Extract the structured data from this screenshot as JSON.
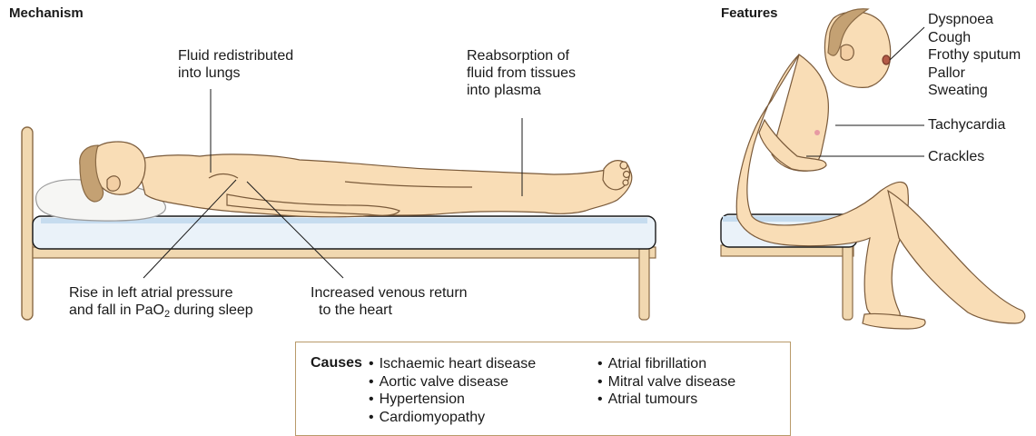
{
  "headings": {
    "mechanism": "Mechanism",
    "features": "Features"
  },
  "mechanism": {
    "fluid_redistributed": [
      "Fluid redistributed",
      "into lungs"
    ],
    "reabsorption": [
      "Reabsorption of",
      "fluid from tissues",
      "into plasma"
    ],
    "rise_left_atrial": {
      "line1": "Rise in left atrial pressure",
      "line2_pre": "and fall in PaO",
      "line2_sub": "2",
      "line2_post": " during sleep"
    },
    "venous_return": [
      "Increased venous return",
      "to the heart"
    ]
  },
  "features": {
    "items": [
      "Dyspnoea",
      "Cough",
      "Frothy sputum",
      "Pallor",
      "Sweating"
    ],
    "tachycardia": "Tachycardia",
    "crackles": "Crackles"
  },
  "causes": {
    "label": "Causes",
    "column1": [
      "Ischaemic heart disease",
      "Aortic valve disease",
      "Hypertension",
      "Cardiomyopathy"
    ],
    "column2": [
      "Atrial fibrillation",
      "Mitral valve disease",
      "Atrial tumours"
    ]
  },
  "colors": {
    "skin": "#f9ddb6",
    "skin_outline": "#7a5a3a",
    "hair": "#c4a173",
    "bed_wood": "#f1d8b0",
    "bed_wood_outline": "#8a6a45",
    "mattress_top": "#c6dcef",
    "mattress_body": "#eaf2f9",
    "leader_line": "#1a1a1a",
    "box_border": "#b99a6a"
  }
}
